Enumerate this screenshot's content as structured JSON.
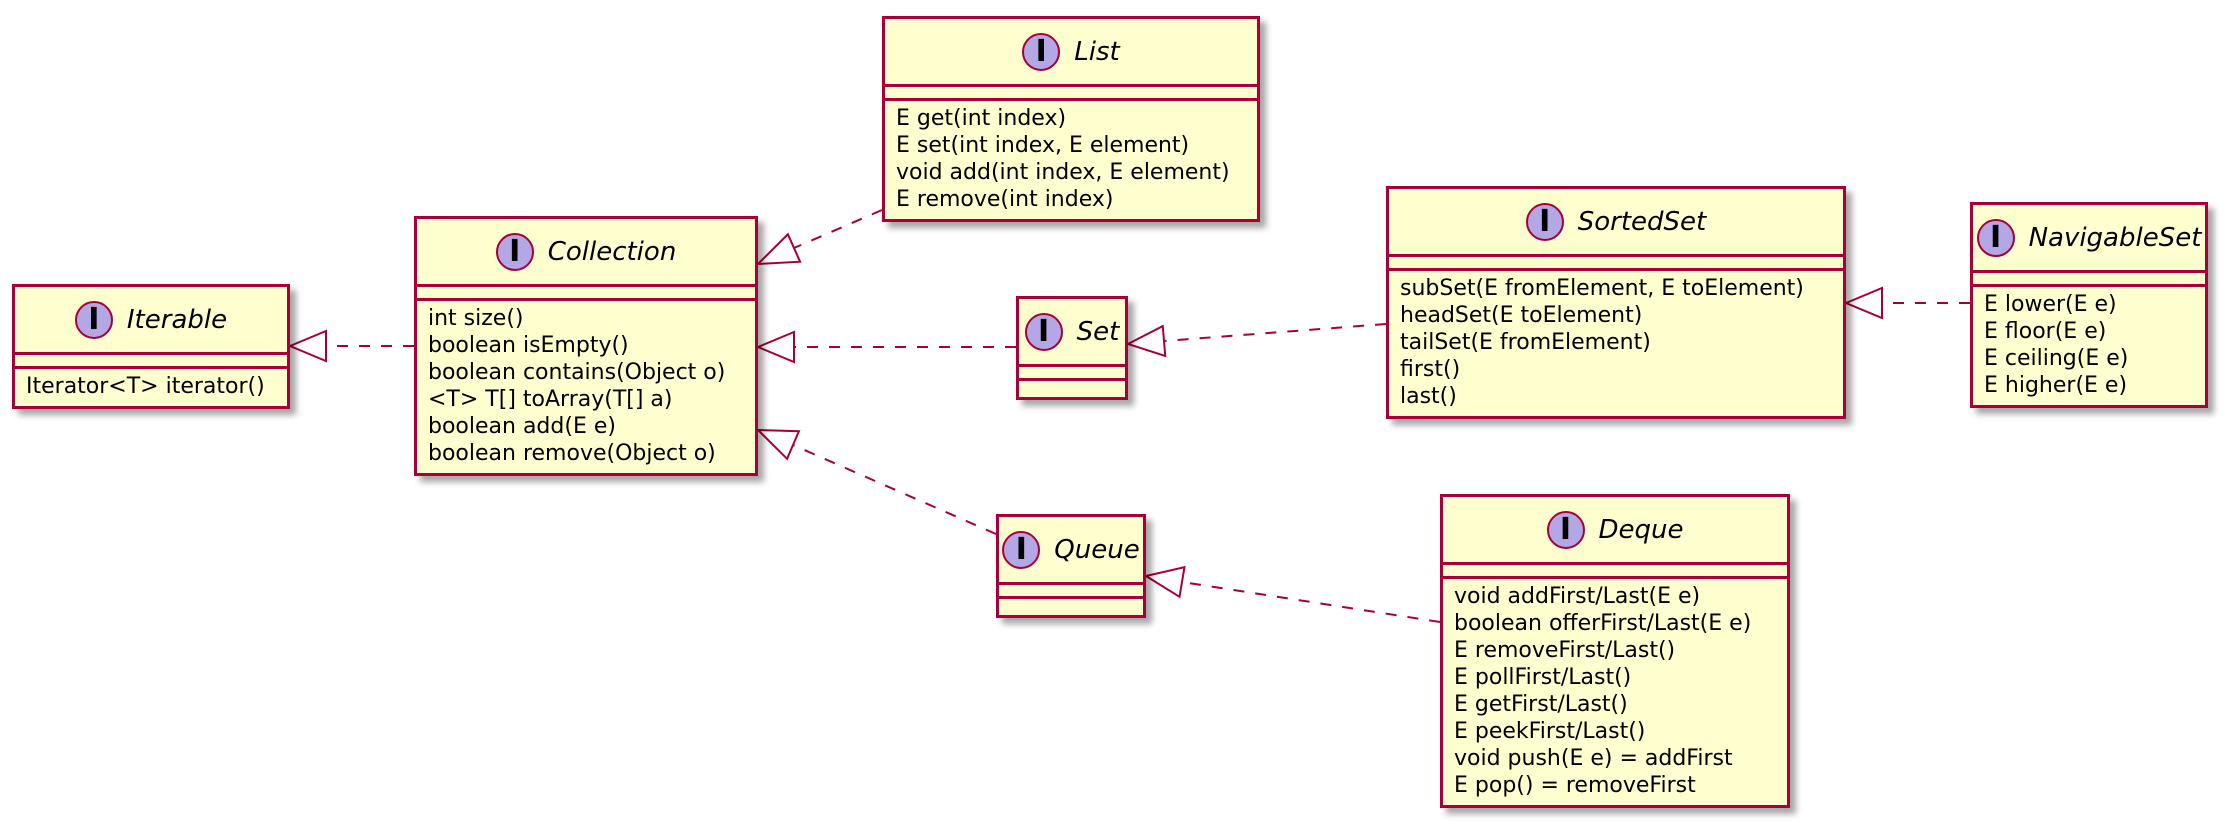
{
  "diagram": {
    "interfaces": [
      {
        "id": "iterable",
        "name": "Iterable",
        "badge": "I",
        "methods": [
          "Iterator<T> iterator()"
        ]
      },
      {
        "id": "collection",
        "name": "Collection",
        "badge": "I",
        "methods": [
          "int size()",
          "boolean isEmpty()",
          "boolean contains(Object o)",
          "<T> T[] toArray(T[] a)",
          "boolean add(E e)",
          "boolean remove(Object o)"
        ]
      },
      {
        "id": "list",
        "name": "List",
        "badge": "I",
        "methods": [
          "E get(int index)",
          "E set(int index, E element)",
          "void add(int index, E element)",
          "E remove(int index)"
        ]
      },
      {
        "id": "set",
        "name": "Set",
        "badge": "I",
        "methods": []
      },
      {
        "id": "queue",
        "name": "Queue",
        "badge": "I",
        "methods": []
      },
      {
        "id": "sortedset",
        "name": "SortedSet",
        "badge": "I",
        "methods": [
          "subSet(E fromElement, E toElement)",
          "headSet(E toElement)",
          "tailSet(E fromElement)",
          "first()",
          "last()"
        ]
      },
      {
        "id": "navigableset",
        "name": "NavigableSet",
        "badge": "I",
        "methods": [
          "E lower(E e)",
          "E floor(E e)",
          "E ceiling(E e)",
          "E higher(E e)"
        ]
      },
      {
        "id": "deque",
        "name": "Deque",
        "badge": "I",
        "methods": [
          "void addFirst/Last(E e)",
          "boolean offerFirst/Last(E e)",
          "E removeFirst/Last()",
          "E pollFirst/Last()",
          "E getFirst/Last()",
          "E peekFirst/Last()",
          "void push(E e) = addFirst",
          "E pop() = removeFirst"
        ]
      }
    ],
    "relations": [
      {
        "from": "collection",
        "to": "iterable",
        "kind": "realization"
      },
      {
        "from": "list",
        "to": "collection",
        "kind": "realization"
      },
      {
        "from": "set",
        "to": "collection",
        "kind": "realization"
      },
      {
        "from": "queue",
        "to": "collection",
        "kind": "realization"
      },
      {
        "from": "sortedset",
        "to": "set",
        "kind": "realization"
      },
      {
        "from": "navigableset",
        "to": "sortedset",
        "kind": "realization"
      },
      {
        "from": "deque",
        "to": "queue",
        "kind": "realization"
      }
    ],
    "colors": {
      "fill": "#FEFECE",
      "border": "#A80036",
      "badge": "#B4A7E5"
    }
  }
}
